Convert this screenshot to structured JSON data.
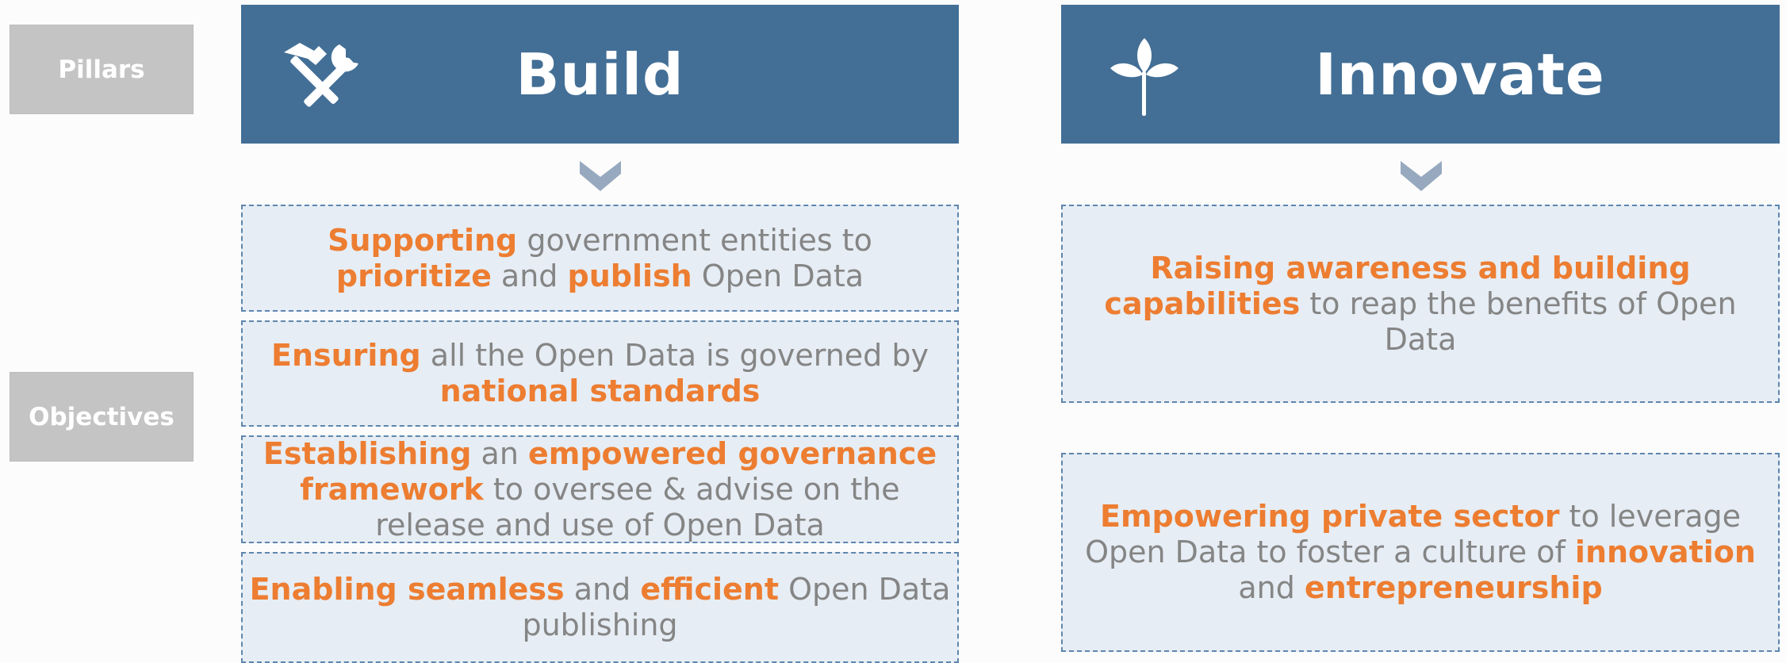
{
  "labels": {
    "pillars": "Pillars",
    "objectives": "Objectives"
  },
  "pillars": [
    {
      "title": "Build",
      "icon": "hammer-wrench-icon",
      "objectives": [
        [
          [
            "Supporting",
            true
          ],
          [
            " government entities to ",
            false
          ],
          [
            "prioritize",
            true
          ],
          [
            " and ",
            false
          ],
          [
            "publish",
            true
          ],
          [
            " Open Data",
            false
          ]
        ],
        [
          [
            "Ensuring",
            true
          ],
          [
            " all the Open Data is governed by ",
            false
          ],
          [
            "national standards",
            true
          ]
        ],
        [
          [
            "Establishing",
            true
          ],
          [
            " an ",
            false
          ],
          [
            "empowered governance framework",
            true
          ],
          [
            " to oversee & advise on the release and use of Open Data",
            false
          ]
        ],
        [
          [
            "Enabling seamless",
            true
          ],
          [
            " and ",
            false
          ],
          [
            "efficient",
            true
          ],
          [
            " Open Data publishing",
            false
          ]
        ]
      ]
    },
    {
      "title": "Innovate",
      "icon": "sprout-icon",
      "objectives": [
        [
          [
            "Raising awareness and building capabilities",
            true
          ],
          [
            " to reap the benefits of Open Data",
            false
          ]
        ],
        [
          [
            "Empowering private sector",
            true
          ],
          [
            " to leverage Open Data to foster a culture of ",
            false
          ],
          [
            "innovation",
            true
          ],
          [
            " and ",
            false
          ],
          [
            "entrepreneurship",
            true
          ]
        ]
      ]
    }
  ],
  "colors": {
    "pillar": "#436f96",
    "accent": "#ed7d31",
    "text": "#858585",
    "box": "#e6edf4",
    "tag": "#c4c4c4"
  }
}
